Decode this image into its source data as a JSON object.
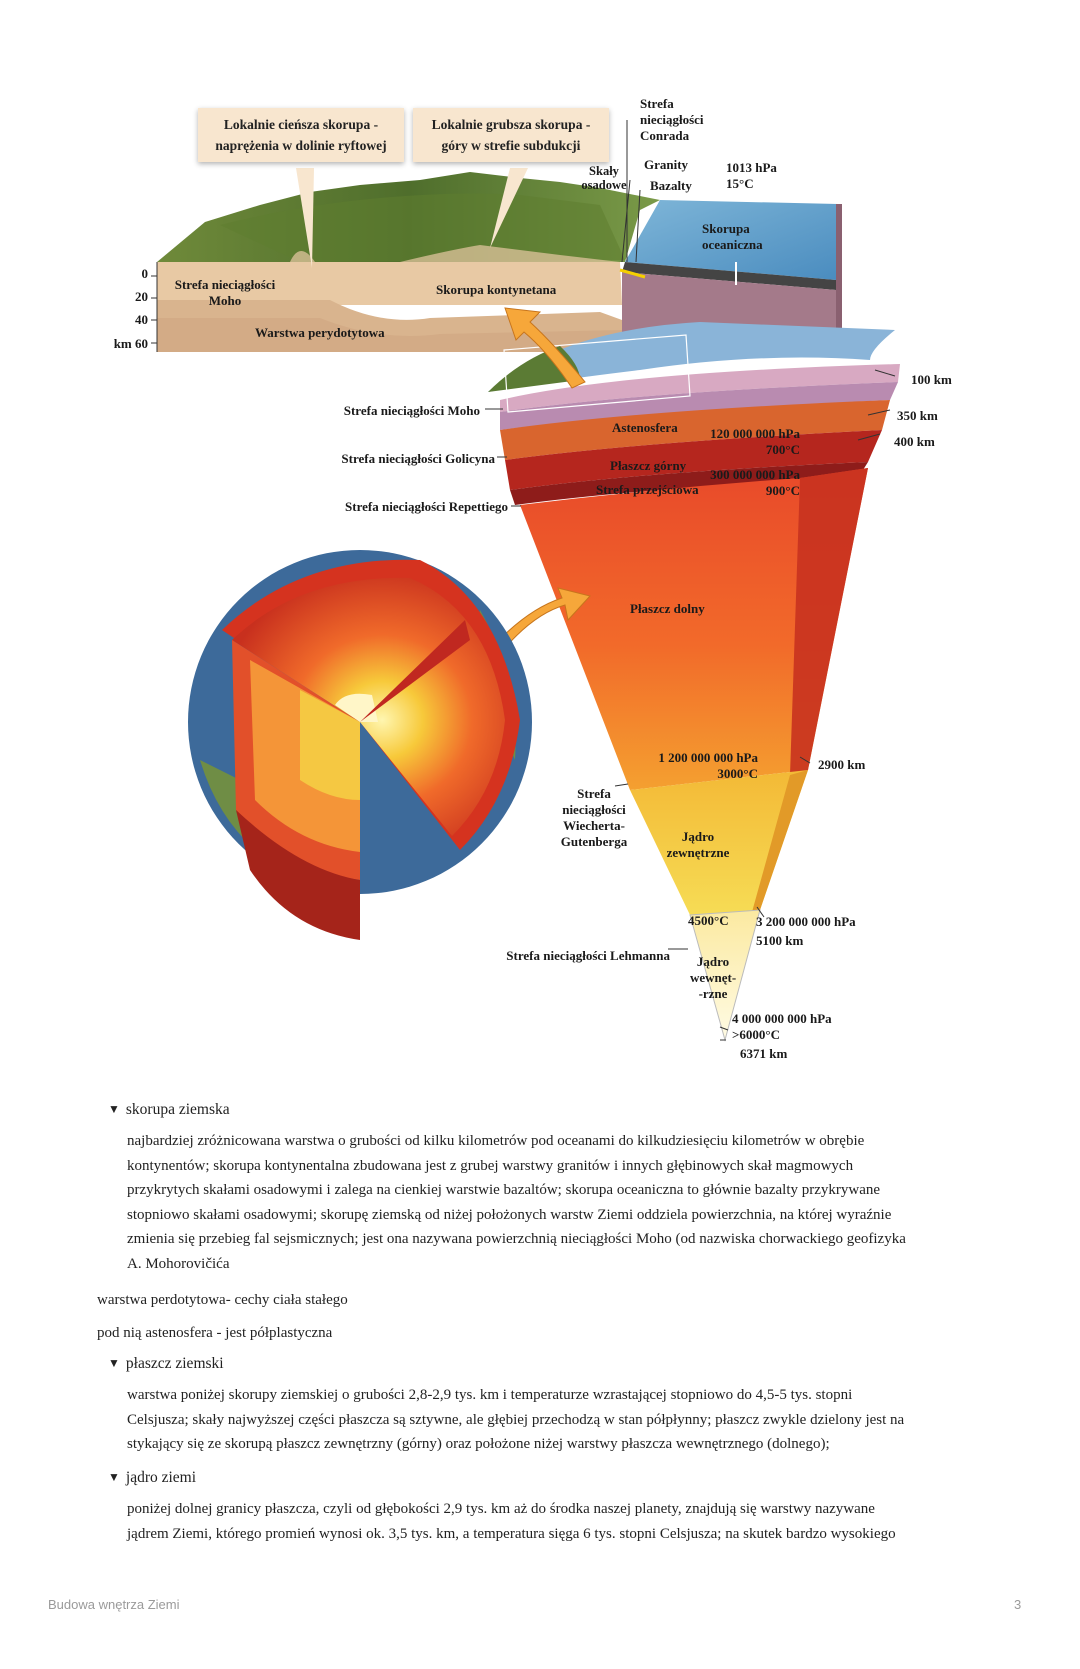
{
  "figure": {
    "callouts": {
      "thin_crust": "Lokalnie cieńsza skorupa - naprężenia w dolinie ryftowej",
      "thick_crust": "Lokalnie grubsza skorupa - góry w strefie subdukcji"
    },
    "labels": {
      "conrad": "Strefa nieciągłości Conrada",
      "sedimentary": "Skały osadowe",
      "granites": "Granity",
      "basalts": "Bazalty",
      "surface_conditions": "1013 hPa\n15°C",
      "oceanic_crust": "Skorupa oceaniczna",
      "moho_block": "Strefa nieciągłości\nMoho",
      "continental_crust": "Skorupa kontynetana",
      "peridotite": "Warstwa perydotytowa",
      "depth_0": "0",
      "depth_20": "20",
      "depth_40": "40",
      "depth_60": "km 60",
      "depth_100": "100 km",
      "depth_350": "350 km",
      "depth_400": "400 km",
      "moho": "Strefa nieciągłości Moho",
      "golicyn": "Strefa nieciągłości Golicyna",
      "repetti": "Strefa nieciągłości Repettiego",
      "asthenosphere": "Astenosfera",
      "asthenosphere_conditions": "120 000 000 hPa\n700°C",
      "upper_mantle": "Płaszcz górny",
      "upper_mantle_conditions": "300 000 000 hPa\n900°C",
      "transition_zone": "Strefa przejściowa",
      "lower_mantle": "Płaszcz dolny",
      "mantle_base_conditions": "1 200 000 000 hPa\n3000°C",
      "depth_2900": "2900 km",
      "wiechert": "Strefa\nnieciągłości\nWiecherta-\nGutenberga",
      "outer_core": "Jądro\nzewnętrzne",
      "temp_4500": "4500°C",
      "outer_core_base": "3 200 000 000 hPa\n5100 km",
      "lehmann": "Strefa nieciągłości Lehmanna",
      "inner_core": "Jądro\nwewnęt-\n-rzne",
      "center_conditions": "4 000 000 000 hPa\n>6000°C",
      "depth_6371": "6371 km"
    }
  },
  "sections": [
    {
      "toggle": "skorupa ziemska",
      "lines": [
        "najbardziej zróżnicowana warstwa o grubości od kilku kilometrów pod oceanami do kilkudziesięciu kilometrów w obrębie",
        "kontynentów; skorupa kontynentalna zbudowana jest z grubej warstwy granitów i innych głębinowych skał magmowych",
        "przykrytych skałami osadowymi i zalega na cienkiej warstwie bazaltów; skorupa oceaniczna to głównie bazalty przykrywane",
        "stopniowo skałami osadowymi; skorupę ziemską od niżej położonych warstw Ziemi oddziela powierzchnia, na której wyraźnie",
        "zmienia się przebieg fal sejsmicznych; jest ona nazywana powierzchnią nieciągłości Moho (od nazwiska chorwackiego geofizyka",
        "A. Mohorovičića"
      ]
    },
    {
      "toggle": "płaszcz ziemski",
      "lines": [
        "warstwa poniżej skorupy ziemskiej o grubości 2,8-2,9 tys. km i temperaturze wzrastającej stopniowo do 4,5-5 tys. stopni",
        "Celsjusza; skały najwyższej części płaszcza są sztywne, ale głębiej przechodzą w stan półpłynny; płaszcz zwykle dzielony jest na",
        "stykający się ze skorupą płaszcz zewnętrzny (górny) oraz położone niżej warstwy płaszcza wewnętrznego (dolnego);"
      ]
    },
    {
      "toggle": "jądro ziemi",
      "lines": [
        "poniżej dolnej granicy płaszcza, czyli od głębokości 2,9 tys. km aż do środka naszej planety, znajdują się warstwy nazywane",
        "jądrem Ziemi, którego promień wynosi ok. 3,5 tys. km, a temperatura sięga 6 tys. stopni Celsjusza; na skutek bardzo wysokiego"
      ]
    }
  ],
  "notes": {
    "perydotyt": "warstwa perdotytowa- cechy ciała stałego",
    "astenosfera": "pod nią astenosfera - jest półplastyczna"
  },
  "footer": {
    "title": "Budowa wnętrza Ziemi",
    "page": "3"
  }
}
